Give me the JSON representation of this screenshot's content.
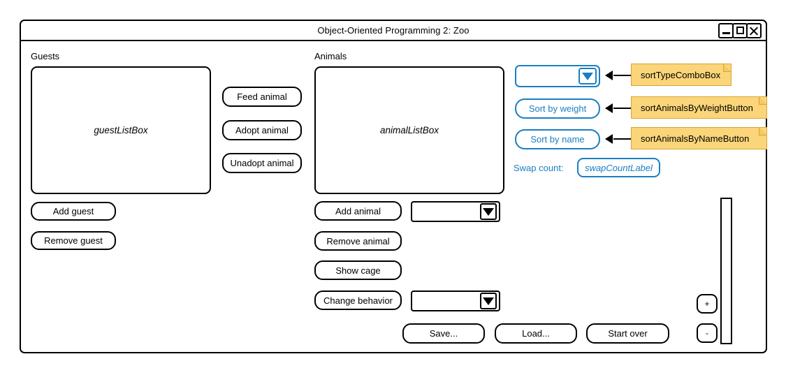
{
  "window": {
    "title": "Object-Oriented Programming 2: Zoo",
    "controls": [
      {
        "name": "minimize",
        "glyph": "_"
      },
      {
        "name": "maximize",
        "glyph": "□"
      },
      {
        "name": "close",
        "glyph": "✕"
      }
    ]
  },
  "guests_panel": {
    "label": "Guests",
    "listbox_text": "guestListBox",
    "buttons": [
      {
        "label": "Add guest"
      },
      {
        "label": "Remove guest"
      }
    ]
  },
  "guest_actions": {
    "buttons": [
      {
        "label": "Feed animal"
      },
      {
        "label": "Adopt animal"
      },
      {
        "label": "Unadopt animal"
      }
    ]
  },
  "animals_panel": {
    "label": "Animals",
    "listbox_text": "animalListBox",
    "buttons": [
      {
        "label": "Add animal"
      },
      {
        "label": "Remove animal"
      },
      {
        "label": "Show cage"
      },
      {
        "label": "Change behavior"
      }
    ],
    "combo_add_animal_value": "",
    "combo_change_behavior_value": ""
  },
  "sort_panel": {
    "combo_value": "",
    "sort_by_weight_label": "Sort by weight",
    "sort_by_name_label": "Sort by name",
    "swap_count_label": "Swap count:",
    "swap_count_value": "swapCountLabel"
  },
  "file_actions": {
    "buttons": [
      {
        "label": "Save..."
      },
      {
        "label": "Load..."
      },
      {
        "label": "Start over"
      }
    ]
  },
  "zoom_controls": {
    "plus_label": "+",
    "minus_label": "-"
  },
  "callouts": [
    {
      "text": "sortTypeComboBox"
    },
    {
      "text": "sortAnimalsByWeightButton"
    },
    {
      "text": "sortAnimalsByNameButton"
    }
  ],
  "colors": {
    "accent_blue": "#1a7fc1",
    "note_fill": "#fbd579",
    "note_border": "#d9a433",
    "outline": "#000000",
    "background": "#ffffff"
  }
}
